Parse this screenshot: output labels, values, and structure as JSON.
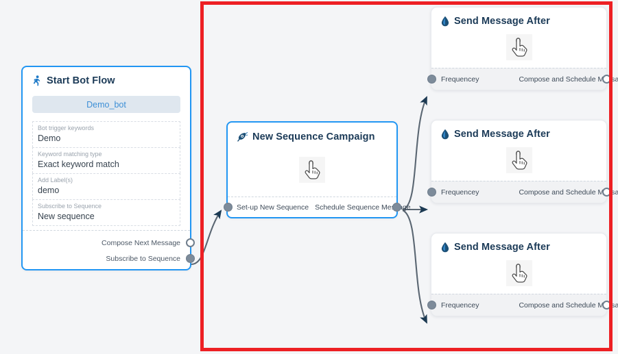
{
  "canvas": {
    "background_color": "#f4f5f7",
    "selection_color": "#ed2024",
    "accent_blue": "#2196f3",
    "port_color": "#7d8b9a",
    "edge_color": "#5a6672"
  },
  "nodes": {
    "start_bot_flow": {
      "title": "Start Bot Flow",
      "icon": "running-person-icon",
      "bot_pill": "Demo_bot",
      "fields": [
        {
          "label": "Bot trigger keywords",
          "value": "Demo"
        },
        {
          "label": "Keyword matching type",
          "value": "Exact keyword match"
        },
        {
          "label": "Add Label(s)",
          "value": "demo"
        },
        {
          "label": "Subscribe to Sequence",
          "value": "New sequence"
        }
      ],
      "outputs": [
        {
          "label": "Compose Next Message",
          "port_style": "hollow"
        },
        {
          "label": "Subscribe to Sequence",
          "port_style": "filled"
        }
      ]
    },
    "new_sequence_campaign": {
      "title": "New Sequence Campaign",
      "icon": "megaphone-icon",
      "body_icon": "pointing-hand-cursor-icon",
      "input_label": "Set-up New Sequence",
      "output_label": "Schedule Sequence Message",
      "input_port_style": "filled",
      "output_port_style": "filled"
    },
    "send_message_after": [
      {
        "title": "Send Message After",
        "icon": "water-drop-icon",
        "body_icon": "pointing-hand-cursor-icon",
        "input_label": "Frequencey",
        "output_label": "Compose and Schedule Message",
        "input_port_style": "filled",
        "output_port_style": "hollow"
      },
      {
        "title": "Send Message After",
        "icon": "water-drop-icon",
        "body_icon": "pointing-hand-cursor-icon",
        "input_label": "Frequencey",
        "output_label": "Compose and Schedule Message",
        "input_port_style": "filled",
        "output_port_style": "hollow"
      },
      {
        "title": "Send Message After",
        "icon": "water-drop-icon",
        "body_icon": "pointing-hand-cursor-icon",
        "input_label": "Frequencey",
        "output_label": "Compose and Schedule Message",
        "input_port_style": "filled",
        "output_port_style": "hollow"
      }
    ]
  }
}
